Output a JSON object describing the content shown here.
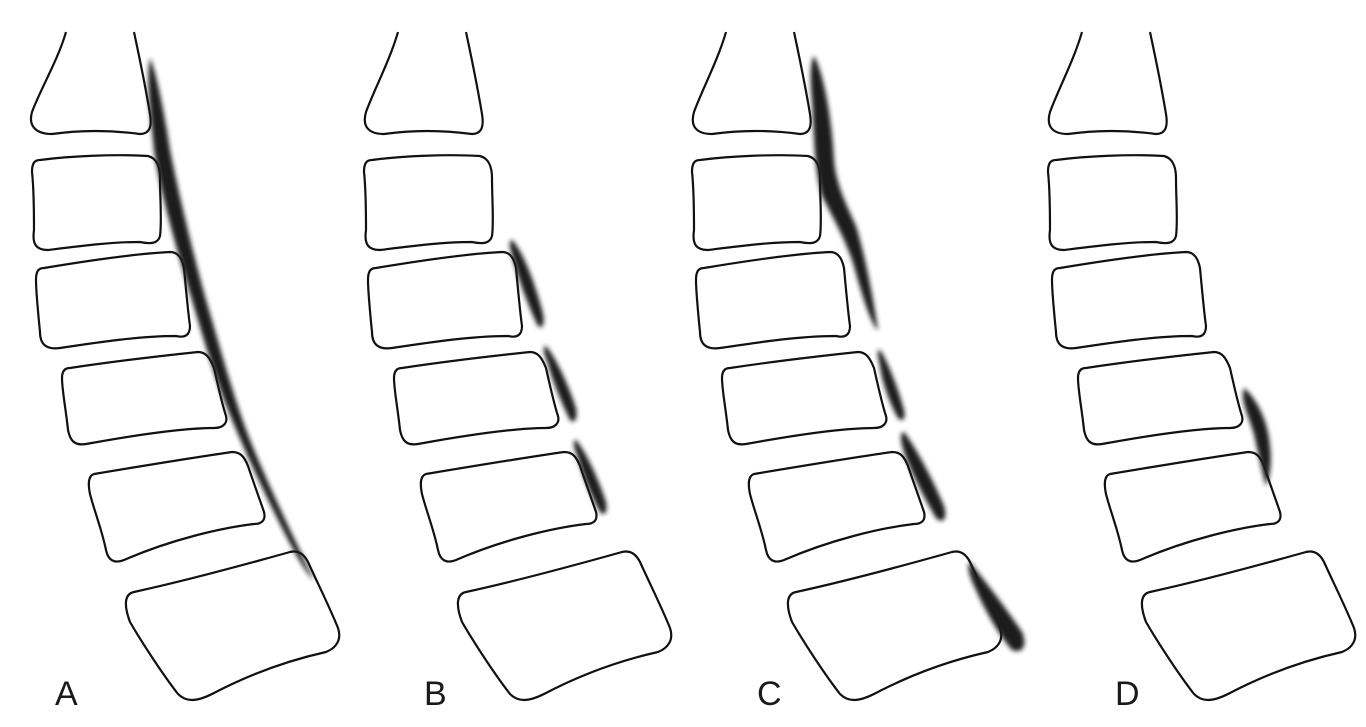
{
  "figure": {
    "panels": [
      {
        "id": "A",
        "label": "A",
        "lesion": "continuous"
      },
      {
        "id": "B",
        "label": "B",
        "lesion": "segmental"
      },
      {
        "id": "C",
        "label": "C",
        "lesion": "mixed"
      },
      {
        "id": "D",
        "label": "D",
        "lesion": "focal"
      }
    ]
  },
  "colors": {
    "outline": "#111111",
    "lesion": "#1c1c1c",
    "background": "#ffffff"
  }
}
